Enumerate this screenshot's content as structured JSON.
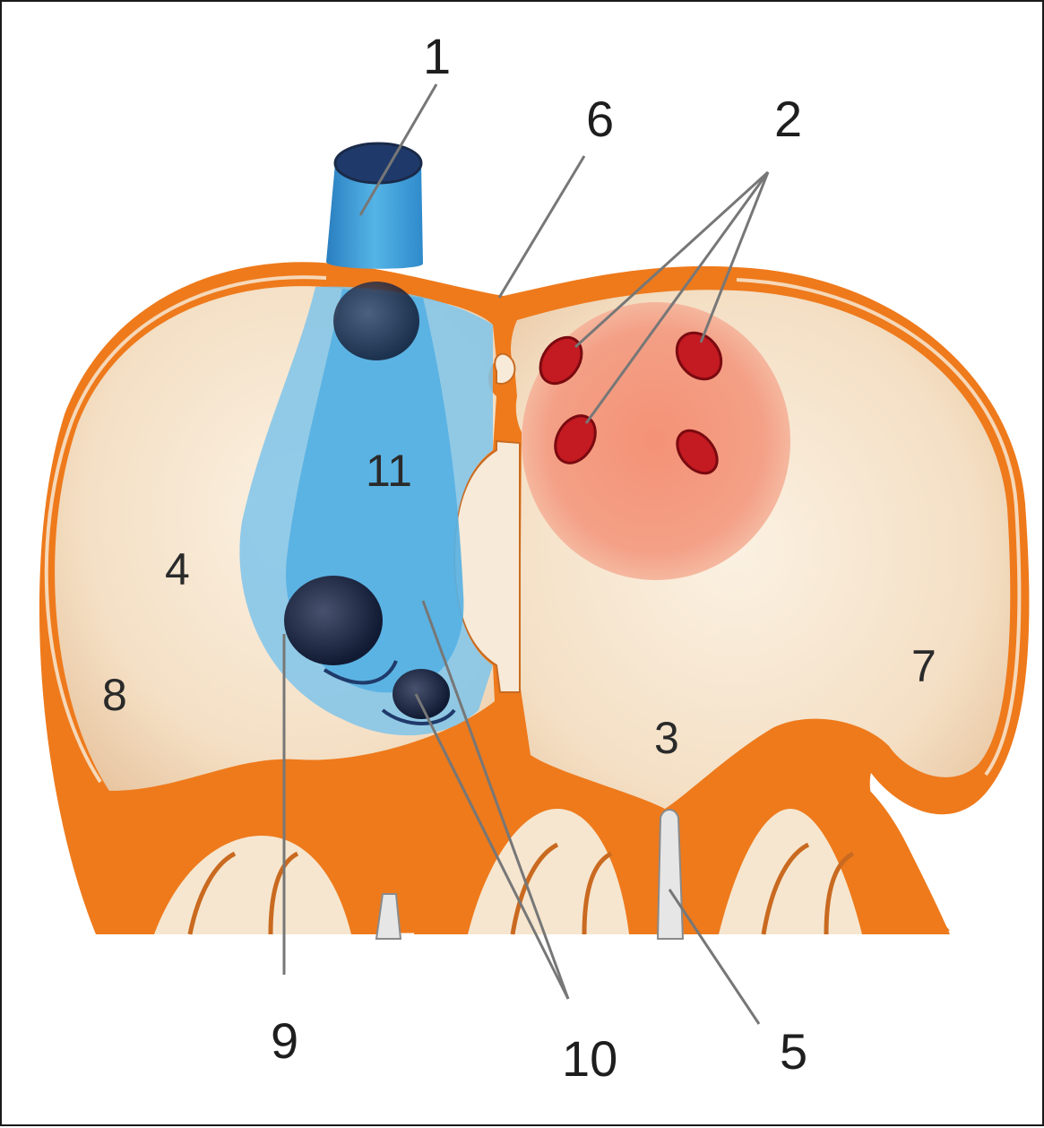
{
  "labels": {
    "l1": "1",
    "l2": "2",
    "l3": "3",
    "l4": "4",
    "l5": "5",
    "l6": "6",
    "l7": "7",
    "l8": "8",
    "l9": "9",
    "l10": "10",
    "l11": "11"
  },
  "colors": {
    "wall": "#ee7a1c",
    "chamber": "#f6e6cf",
    "vein": "#3aa0d8",
    "vein_dark": "#1f3a6a",
    "vein_halo": "#7fc4ea",
    "pink_zone": "#f39a80",
    "vessel_openings": "#c41a22",
    "valve_leaflet": "#e6e6e6"
  }
}
